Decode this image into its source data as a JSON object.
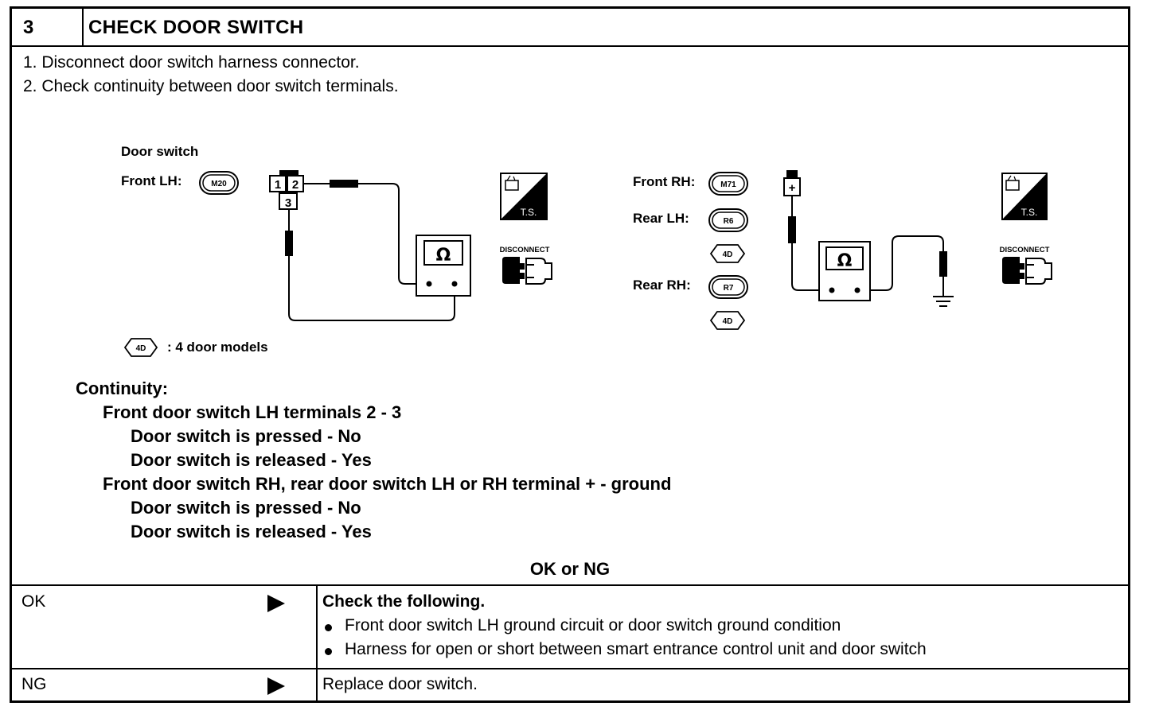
{
  "header": {
    "step": "3",
    "title": "CHECK DOOR SWITCH"
  },
  "instructions": [
    "1. Disconnect door switch harness connector.",
    "2. Check continuity between door switch terminals."
  ],
  "diagram": {
    "door_switch_label": "Door switch",
    "front_lh_label": "Front LH:",
    "front_lh_connector": "M20",
    "front_rh_label": "Front RH:",
    "front_rh_connector": "M71",
    "rear_lh_label": "Rear LH:",
    "rear_lh_connector": "R6",
    "rear_rh_label": "Rear RH:",
    "rear_rh_connector": "R7",
    "four_door_badge": "4D",
    "four_door_note": ": 4 door models",
    "terminal_1": "1",
    "terminal_2": "2",
    "terminal_3": "3",
    "terminal_plus": "+",
    "ohm_symbol": "Ω",
    "ts_label": "T.S.",
    "disconnect_label": "DISCONNECT"
  },
  "continuity": {
    "heading": "Continuity:",
    "lines": [
      "Front door switch LH terminals 2 - 3",
      "Door switch is pressed - No",
      "Door switch is released - Yes",
      "Front door switch RH, rear door switch LH or RH terminal + - ground",
      "Door switch is pressed - No",
      "Door switch is released - Yes"
    ]
  },
  "results": {
    "title": "OK or NG",
    "ok": {
      "label": "OK",
      "heading": "Check the following.",
      "items": [
        "Front door switch LH ground circuit or door switch ground condition",
        "Harness for open or short between smart entrance control unit and door switch"
      ]
    },
    "ng": {
      "label": "NG",
      "action": "Replace door switch."
    }
  }
}
